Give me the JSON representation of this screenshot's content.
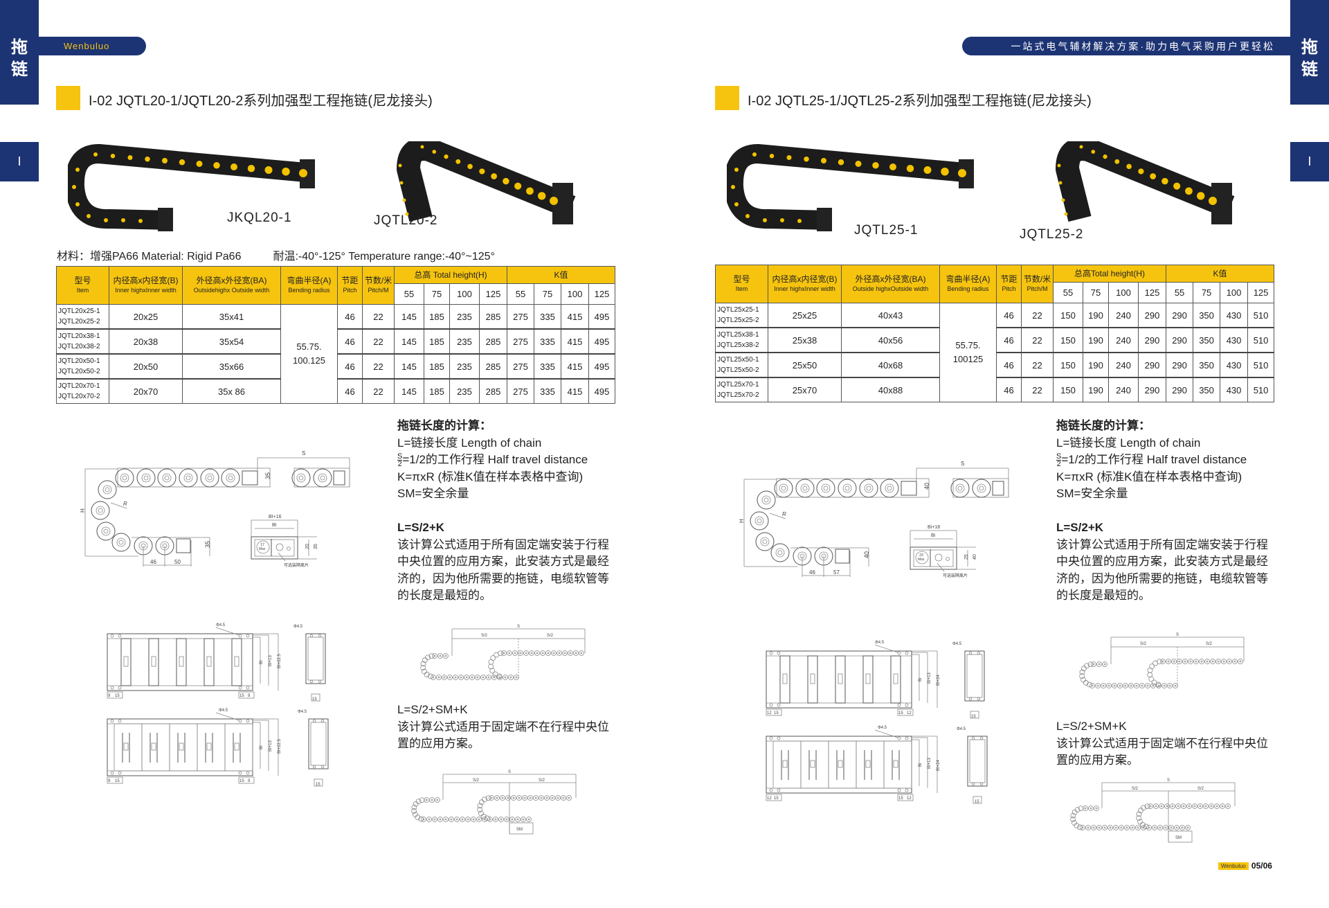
{
  "sidebar": {
    "category_line1": "拖",
    "category_line2": "链",
    "section_marker": "I"
  },
  "header": {
    "brand": "Wenbuluo",
    "tagline": "一站式电气辅材解决方案·助力电气采购用户更轻松"
  },
  "colors": {
    "navy": "#1d3474",
    "accent_yellow": "#f6c40f"
  },
  "pages": {
    "left": {
      "title": "I-02 JQTL20-1/JQTL20-2系列加强型工程拖链(尼龙接头)",
      "products": [
        {
          "label": "JKQL20-1"
        },
        {
          "label": "JQTL20-2"
        }
      ],
      "material": "材料：增强PA66 Material: Rigid Pa66",
      "temperature": "耐温:-40°-125° Temperature range:-40°~125°",
      "table": {
        "headers": {
          "item": [
            "型号",
            "Item"
          ],
          "inner": [
            "内径高x内径宽(B)",
            "Inner highxInner width"
          ],
          "outer": [
            "外径高x外径宽(BA)",
            "Outsidehighx Outside width"
          ],
          "bend": [
            "弯曲半径(A)",
            "Bending radius"
          ],
          "pitch": [
            "节距",
            "Pitch"
          ],
          "per_m": [
            "节数/米",
            "Pitch/M"
          ],
          "total_height": "总高 Total height(H)",
          "k_value": "K值",
          "sub": [
            "55",
            "75",
            "100",
            "125"
          ]
        },
        "bending_radius": [
          "55.75.",
          "100.125"
        ],
        "rows": [
          {
            "items": [
              "JQTL20x25-1",
              "JQTL20x25-2"
            ],
            "inner": "20x25",
            "outer": "35x41",
            "pitch": "46",
            "per_m": "22",
            "h": [
              "145",
              "185",
              "235",
              "285"
            ],
            "k": [
              "275",
              "335",
              "415",
              "495"
            ]
          },
          {
            "items": [
              "JQTL20x38-1",
              "JQTL20x38-2"
            ],
            "inner": "20x38",
            "outer": "35x54",
            "pitch": "46",
            "per_m": "22",
            "h": [
              "145",
              "185",
              "235",
              "285"
            ],
            "k": [
              "275",
              "335",
              "415",
              "495"
            ]
          },
          {
            "items": [
              "JQTL20x50-1",
              "JQTL20x50-2"
            ],
            "inner": "20x50",
            "outer": "35x66",
            "pitch": "46",
            "per_m": "22",
            "h": [
              "145",
              "185",
              "235",
              "285"
            ],
            "k": [
              "275",
              "335",
              "415",
              "495"
            ]
          },
          {
            "items": [
              "JQTL20x70-1",
              "JQTL20x70-2"
            ],
            "inner": "20x70",
            "outer": "35x 86",
            "pitch": "46",
            "per_m": "22",
            "h": [
              "145",
              "185",
              "235",
              "285"
            ],
            "k": [
              "275",
              "335",
              "415",
              "495"
            ]
          }
        ]
      },
      "calc": {
        "heading": "拖链长度的计算：",
        "line_l": "L=链接长度 Length of chain",
        "frac_num": "S",
        "frac_den": "2",
        "line_s": "=1/2的工作行程 Half travel distance",
        "line_k": "K=πxR (标准K值在样本表格中查询)",
        "line_sm": "SM=安全余量",
        "formula1": "L=S/2+K",
        "para1": [
          "该计算公式适用于所有固定端安装于行程",
          "中央位置的应用方案，此安装方式是最经",
          "济的，因为他所需要的拖链，电缆软管等",
          "的长度是最短的。"
        ],
        "formula2": "L=S/2+SM+K",
        "para2": [
          "该计算公式适用于固定端不在行程中央位",
          "置的应用方案。"
        ]
      },
      "drawings": {
        "s": "S",
        "h": "H",
        "r": "R",
        "upper": "35",
        "lower": "35",
        "pitch": "46",
        "end": "50",
        "bi_outer": "BI+16",
        "bi": "BI",
        "max_num": "17",
        "max_txt": "Max",
        "sec_h1": "20",
        "sec_h2": "35",
        "note": "可选装隔离片",
        "phi": "Φ4.5",
        "bi13": "BI+13",
        "bi_total": "BI+22.5",
        "edge": "9",
        "hole": "15",
        "end_w": "15",
        "half": "S/2",
        "sm": "SM"
      }
    },
    "right": {
      "title": "I-02 JQTL25-1/JQTL25-2系列加强型工程拖链(尼龙接头)",
      "products": [
        {
          "label": "JQTL25-1"
        },
        {
          "label": "JQTL25-2"
        }
      ],
      "table": {
        "headers": {
          "item": [
            "型号",
            "Item"
          ],
          "inner": [
            "内径高x内径宽(B)",
            "Inner highxInner width"
          ],
          "outer": [
            "外径高x外径宽(BA)",
            "Outside highxOutside width"
          ],
          "bend": [
            "弯曲半径(A)",
            "Bending radius"
          ],
          "pitch": [
            "节距",
            "Pitch"
          ],
          "per_m": [
            "节数/米",
            "Pitch/M"
          ],
          "total_height": "总高Total height(H)",
          "k_value": "K值",
          "sub": [
            "55",
            "75",
            "100",
            "125"
          ]
        },
        "bending_radius": [
          "55.75.",
          "100125"
        ],
        "rows": [
          {
            "items": [
              "JQTL25x25-1",
              "JQTL25x25-2"
            ],
            "inner": "25x25",
            "outer": "40x43",
            "pitch": "46",
            "per_m": "22",
            "h": [
              "150",
              "190",
              "240",
              "290"
            ],
            "k": [
              "290",
              "350",
              "430",
              "510"
            ]
          },
          {
            "items": [
              "JQTL25x38-1",
              "JQTL25x38-2"
            ],
            "inner": "25x38",
            "outer": "40x56",
            "pitch": "46",
            "per_m": "22",
            "h": [
              "150",
              "190",
              "240",
              "290"
            ],
            "k": [
              "290",
              "350",
              "430",
              "510"
            ]
          },
          {
            "items": [
              "JQTL25x50-1",
              "JQTL25x50-2"
            ],
            "inner": "25x50",
            "outer": "40x68",
            "pitch": "46",
            "per_m": "22",
            "h": [
              "150",
              "190",
              "240",
              "290"
            ],
            "k": [
              "290",
              "350",
              "430",
              "510"
            ]
          },
          {
            "items": [
              "JQTL25x70-1",
              "JQTL25x70-2"
            ],
            "inner": "25x70",
            "outer": "40x88",
            "pitch": "46",
            "per_m": "22",
            "h": [
              "150",
              "190",
              "240",
              "290"
            ],
            "k": [
              "290",
              "350",
              "430",
              "510"
            ]
          }
        ]
      },
      "calc": {
        "heading": "拖链长度的计算：",
        "line_l": "L=链接长度 Length of chain",
        "frac_num": "S",
        "frac_den": "2",
        "line_s": "=1/2的工作行程 Half travel distance",
        "line_k": "K=πxR (标准K值在样本表格中查询)",
        "line_sm": "SM=安全余量",
        "formula1": "L=S/2+K",
        "para1": [
          "该计算公式适用于所有固定端安装于行程",
          "中央位置的应用方案，此安装方式是最经",
          "济的，因为他所需要的拖链，电缆软管等",
          "的长度是最短的。"
        ],
        "formula2": "L=S/2+SM+K",
        "para2": [
          "该计算公式适用于固定端不在行程中央位",
          "置的应用方案。"
        ]
      },
      "drawings": {
        "s": "S",
        "h": "H",
        "r": "R",
        "upper": "40",
        "lower": "40",
        "pitch": "46",
        "end": "57",
        "bi_outer": "Bi+18",
        "bi": "Bi",
        "max_num": "22",
        "max_txt": "Max",
        "sec_h1": "25",
        "sec_h2": "40",
        "note": "可选装隔离片",
        "phi": "Φ4.5",
        "bi13": "BI+13",
        "bi_total": "BI+24",
        "edge": "12",
        "hole": "15",
        "end_w": "15",
        "half": "S/2",
        "sm": "SM"
      }
    }
  },
  "footer": {
    "brand": "Wenbuluo",
    "page": "05/06"
  }
}
